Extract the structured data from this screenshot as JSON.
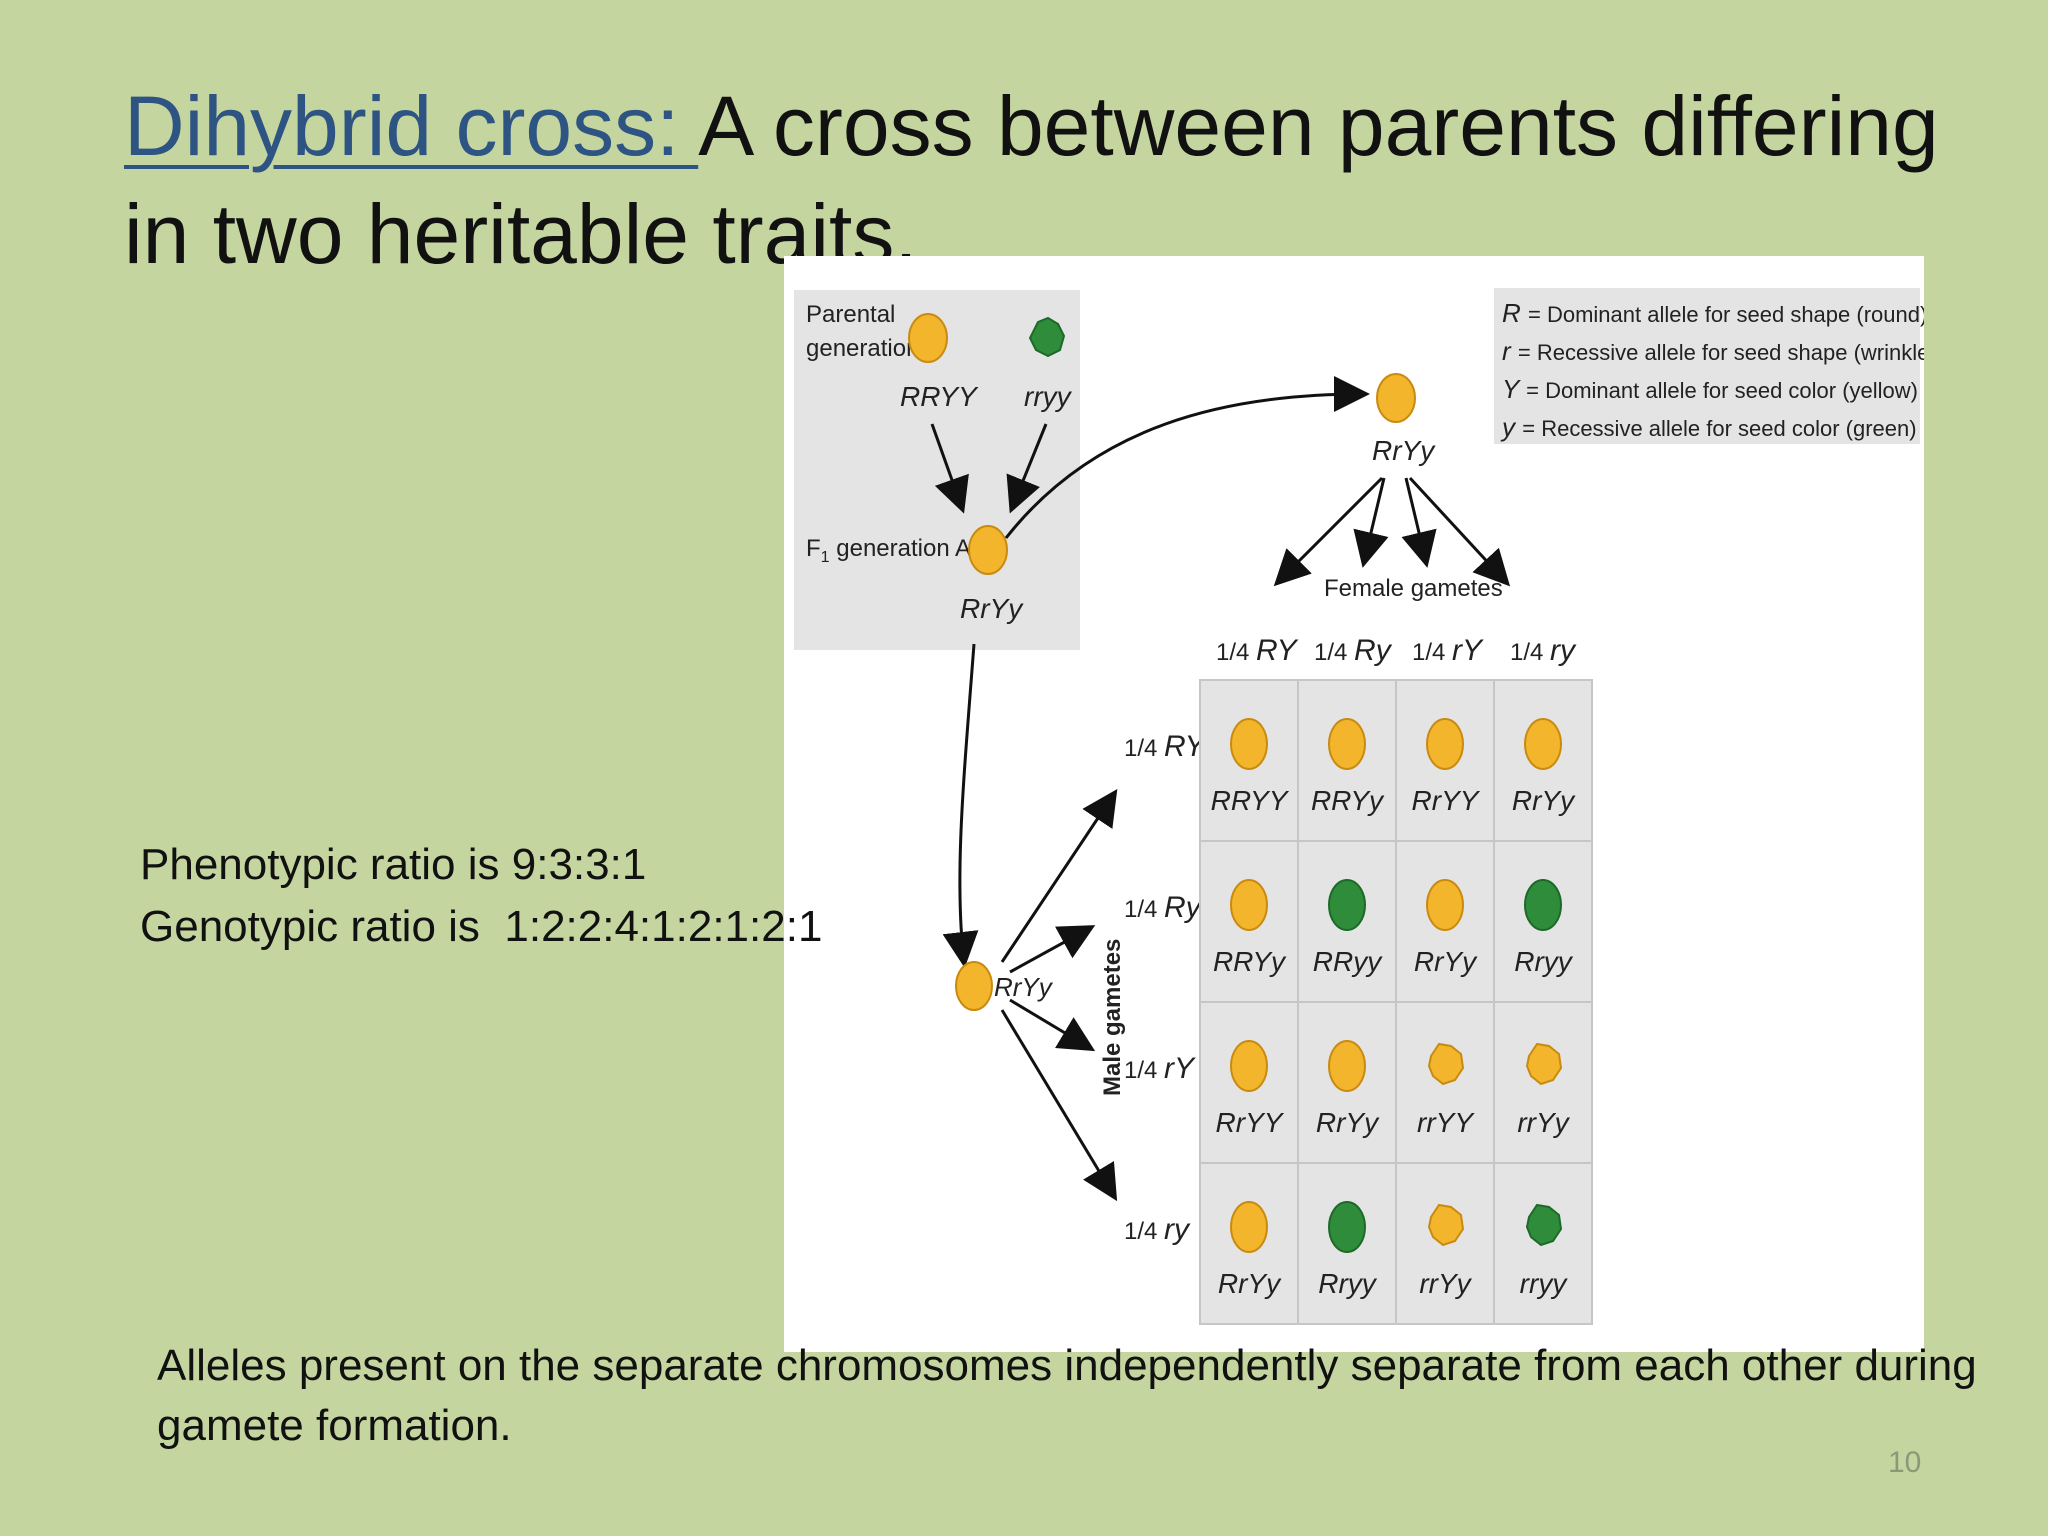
{
  "title": {
    "term": "Dihybrid cross: ",
    "definition": "A cross between parents differing in two heritable traits."
  },
  "ratios": {
    "phenotypic": "Phenotypic ratio is 9:3:3:1",
    "genotypic": "Genotypic ratio is  1:2:2:4:1:2:1:2:1"
  },
  "note": "Alleles present on the separate chromosomes  independently separate from each other during gamete formation.",
  "page_number": "10",
  "figure": {
    "parental_label": [
      "Parental",
      "generation"
    ],
    "parent1_genotype": "RRYY",
    "parent2_genotype": "rryy",
    "f1_label": "F",
    "f1_sub": "1",
    "f1_label_rest": " generation  All",
    "f1_genotype": "RrYy",
    "top_right_genotype": "RrYy",
    "female_label": "Female gametes",
    "male_label": "Male gametes",
    "male_parent_genotype": "RrYy",
    "fraction": "1/4",
    "female_gametes": [
      "RY",
      "Ry",
      "rY",
      "ry"
    ],
    "male_gametes": [
      "RY",
      "Ry",
      "rY",
      "ry"
    ],
    "legend": [
      {
        "symbol": "R",
        "text": "= Dominant allele for seed shape (round)"
      },
      {
        "symbol": "r",
        "text": "= Recessive allele for seed shape (wrinkled)"
      },
      {
        "symbol": "Y",
        "text": "= Dominant allele for seed color (yellow)"
      },
      {
        "symbol": "y",
        "text": "= Recessive allele for seed color (green)"
      }
    ],
    "colors": {
      "yellow": "#f2b52b",
      "green": "#2e8c3a",
      "gray_box": "#e4e4e4"
    },
    "grid": [
      [
        {
          "g": "RRYY",
          "shape": "round",
          "color": "yellow"
        },
        {
          "g": "RRYy",
          "shape": "round",
          "color": "yellow"
        },
        {
          "g": "RrYY",
          "shape": "round",
          "color": "yellow"
        },
        {
          "g": "RrYy",
          "shape": "round",
          "color": "yellow"
        }
      ],
      [
        {
          "g": "RRYy",
          "shape": "round",
          "color": "yellow"
        },
        {
          "g": "RRyy",
          "shape": "round",
          "color": "green"
        },
        {
          "g": "RrYy",
          "shape": "round",
          "color": "yellow"
        },
        {
          "g": "Rryy",
          "shape": "round",
          "color": "green"
        }
      ],
      [
        {
          "g": "RrYY",
          "shape": "round",
          "color": "yellow"
        },
        {
          "g": "RrYy",
          "shape": "round",
          "color": "yellow"
        },
        {
          "g": "rrYY",
          "shape": "wrinkled",
          "color": "yellow"
        },
        {
          "g": "rrYy",
          "shape": "wrinkled",
          "color": "yellow"
        }
      ],
      [
        {
          "g": "RrYy",
          "shape": "round",
          "color": "yellow"
        },
        {
          "g": "Rryy",
          "shape": "round",
          "color": "green"
        },
        {
          "g": "rrYy",
          "shape": "wrinkled",
          "color": "yellow"
        },
        {
          "g": "rryy",
          "shape": "wrinkled",
          "color": "green"
        }
      ]
    ]
  }
}
